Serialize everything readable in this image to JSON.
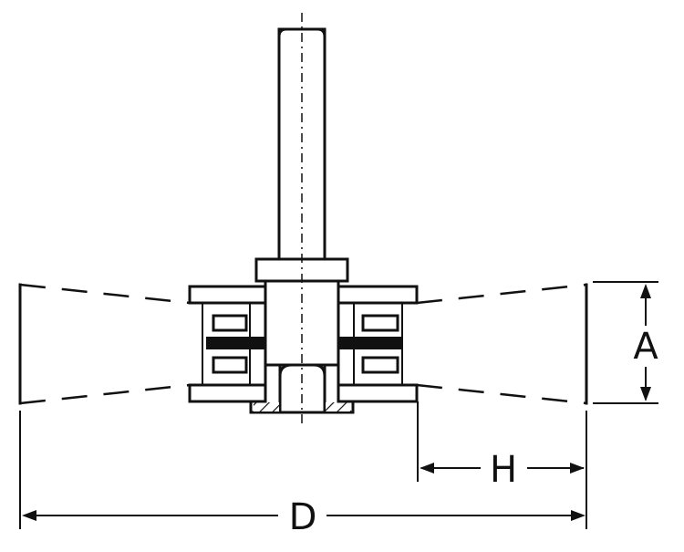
{
  "dimensions": {
    "diameter_label": "D",
    "height_label": "H",
    "width_label": "A"
  }
}
